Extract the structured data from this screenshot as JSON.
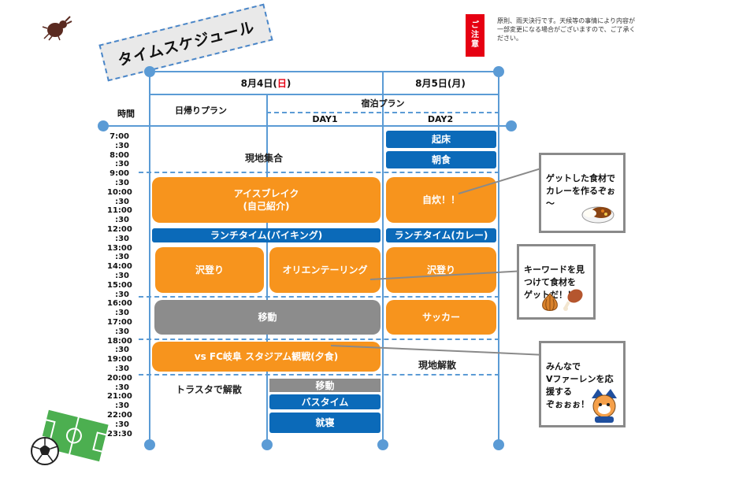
{
  "title": "タイムスケジュール",
  "notice": {
    "badge": "ご\n注\n意",
    "text": "原則、雨天決行です。天候等の事情により内容が一部変更になる場合がございますので、ご了承ください。"
  },
  "header": {
    "day1_date": "8月4日(",
    "day1_weekday": "日",
    "day1_close": ")",
    "day2_date": "8月5日(月)",
    "time_label": "時間",
    "day_trip_label": "日帰りプラン",
    "stay_label": "宿泊プラン",
    "day1_tag": "DAY1",
    "day2_tag": "DAY2"
  },
  "times": [
    "7:00",
    ":30",
    "8:00",
    ":30",
    "9:00",
    ":30",
    "10:00",
    ":30",
    "11:00",
    ":30",
    "12:00",
    ":30",
    "13:00",
    ":30",
    "14:00",
    ":30",
    "15:00",
    ":30",
    "16:00",
    ":30",
    "17:00",
    ":30",
    "18:00",
    ":30",
    "19:00",
    ":30",
    "20:00",
    ":30",
    "21:00",
    ":30",
    "22:00",
    ":30",
    "23:30"
  ],
  "blocks": {
    "gather": "現地集合",
    "wakeup": "起床",
    "breakfast": "朝食",
    "icebreak": "アイスブレイク\n(自己紹介)",
    "cooking": "自炊！！",
    "lunch_buffet": "ランチタイム(バイキング)",
    "lunch_curry": "ランチタイム(カレー)",
    "sawanobori1": "沢登り",
    "orienteering": "オリエンテーリング",
    "sawanobori2": "沢登り",
    "move": "移動",
    "soccer": "サッカー",
    "stadium": "vs FC岐阜 スタジアム観戦(夕食)",
    "dismiss_local": "現地解散",
    "dismiss_torasuta": "トラスタで解散",
    "move2": "移動",
    "bath": "バスタイム",
    "sleep": "就寝"
  },
  "callouts": {
    "curry": "ゲットした食材で\nカレーを作るぞぉ\n～",
    "keyword": "キーワードを見\nつけて食材を\nゲットだ！！",
    "cheer": "みんなで\nVファーレンを応\n援する\nぞぉぉぉ！"
  },
  "colors": {
    "orange": "#f7941d",
    "blue": "#0b6ab9",
    "gray": "#8c8c8c",
    "grid": "#5b9bd5",
    "notice_red": "#e60012"
  },
  "icons": [
    "beetle-icon",
    "soccer-field-icon",
    "soccer-ball-icon",
    "curry-icon",
    "onion-icon",
    "meat-icon",
    "mascot-icon"
  ]
}
